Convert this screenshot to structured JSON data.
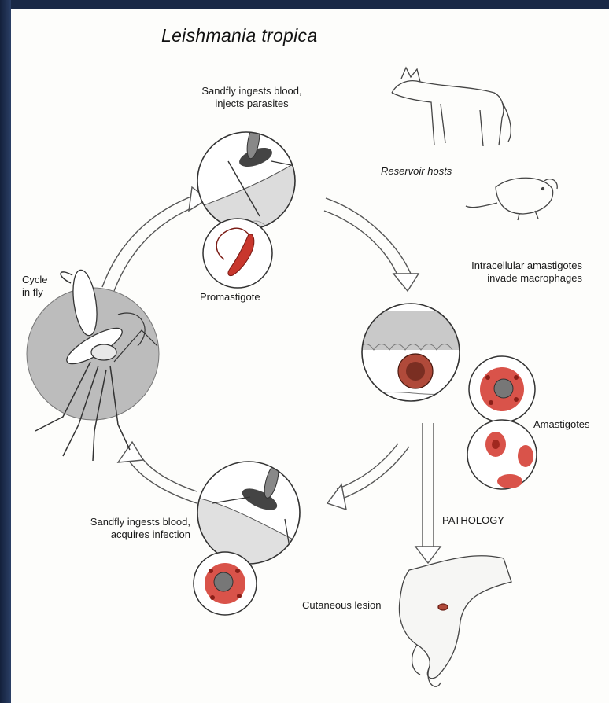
{
  "title": "Leishmania tropica",
  "labels": {
    "sandfly_injects": "Sandfly ingests blood,\ninjects parasites",
    "reservoir": "Reservoir hosts",
    "promastigote": "Promastigote",
    "intracellular": "Intracellular amastigotes\ninvade macrophages",
    "cycle_in_fly": "Cycle\nin fly",
    "amastigotes": "Amastigotes",
    "pathology": "PATHOLOGY",
    "sandfly_acquires": "Sandfly ingests blood,\nacquires infection",
    "cutaneous": "Cutaneous lesion"
  },
  "colors": {
    "parasite_red": "#c8372d",
    "cell_red": "#d9534a",
    "gray_disc": "#bdbdbd",
    "frame": "#1b2a4a"
  }
}
